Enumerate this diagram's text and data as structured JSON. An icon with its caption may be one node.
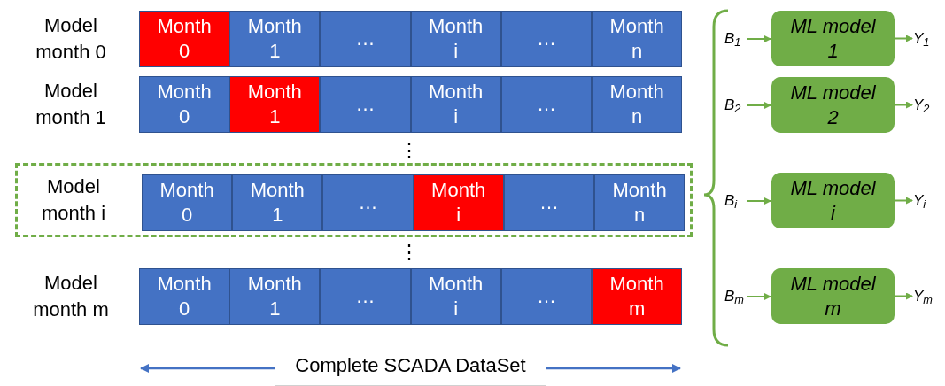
{
  "diagram": {
    "nodes": [
      {
        "text": [
          "Month 0"
        ]
      },
      {
        "text": [
          "Month 1"
        ]
      },
      {
        "text": [
          "…"
        ]
      },
      {
        "text": [
          "Month i"
        ]
      },
      {
        "text": [
          "…"
        ]
      },
      {
        "text": [
          "Month n"
        ]
      },
      {
        "text": [
          "Month 0"
        ]
      },
      {
        "text": [
          "Month 1"
        ]
      },
      {
        "text": [
          "…"
        ]
      },
      {
        "text": [
          "Month i"
        ]
      },
      {
        "text": [
          "…"
        ]
      },
      {
        "text": [
          "Month n"
        ]
      },
      {
        "text": [
          "Model month i"
        ]
      },
      {
        "text": [
          "Month 0"
        ],
        "in": 12
      },
      {
        "text": [
          "Month 1"
        ],
        "in": 12
      },
      {
        "text": [
          "…"
        ],
        "in": 12
      },
      {
        "text": [
          "Month i"
        ],
        "in": 12
      },
      {
        "text": [
          "…"
        ],
        "in": 12
      },
      {
        "text": [
          "Month n"
        ],
        "in": 12
      },
      {
        "text": [
          "Month 0"
        ]
      },
      {
        "text": [
          "Month 1"
        ]
      },
      {
        "text": [
          "…"
        ]
      },
      {
        "text": [
          "Month i"
        ]
      },
      {
        "text": [
          "…"
        ]
      },
      {
        "text": [
          "Month m"
        ]
      },
      {
        "text": [
          "B$_{1}$"
        ]
      },
      {
        "text": [
          "ML model 1"
        ]
      },
      {
        "text": [
          "Y$_{1}$"
        ]
      },
      {
        "text": [
          "B$_{2}$"
        ]
      },
      {
        "text": [
          "ML model 2"
        ]
      },
      {
        "text": [
          "Y$_{2}$"
        ]
      },
      {
        "text": [
          "B$_{i}$"
        ]
      },
      {
        "text": [
          "ML model i"
        ]
      },
      {
        "text": [
          "Y$_{i}$"
        ]
      },
      {
        "text": [
          "B$_{m}$"
        ]
      },
      {
        "text": [
          "ML model m"
        ]
      },
      {
        "text": [
          "Y$_{m}$"
        ]
      }
    ],
    "edges": [
      {
        "from": 25,
        "to": 26,
        "arrow": "to"
      },
      {
        "from": 26,
        "to": 27,
        "arrow": "to"
      },
      {
        "from": 28,
        "to": 29,
        "arrow": "to"
      },
      {
        "from": 29,
        "to": 30,
        "arrow": "to"
      },
      {
        "from": 31,
        "to": 32,
        "arrow": "to"
      },
      {
        "from": 32,
        "to": 33,
        "arrow": "to"
      },
      {
        "from": 34,
        "to": 35,
        "arrow": "to"
      },
      {
        "from": 35,
        "to": 36,
        "arrow": "to"
      }
    ],
    "labels": [
      "Model month 0",
      "Model month 1",
      "⋮",
      "⋮",
      "Model month m",
      "Complete SCADA DataSet"
    ]
  }
}
